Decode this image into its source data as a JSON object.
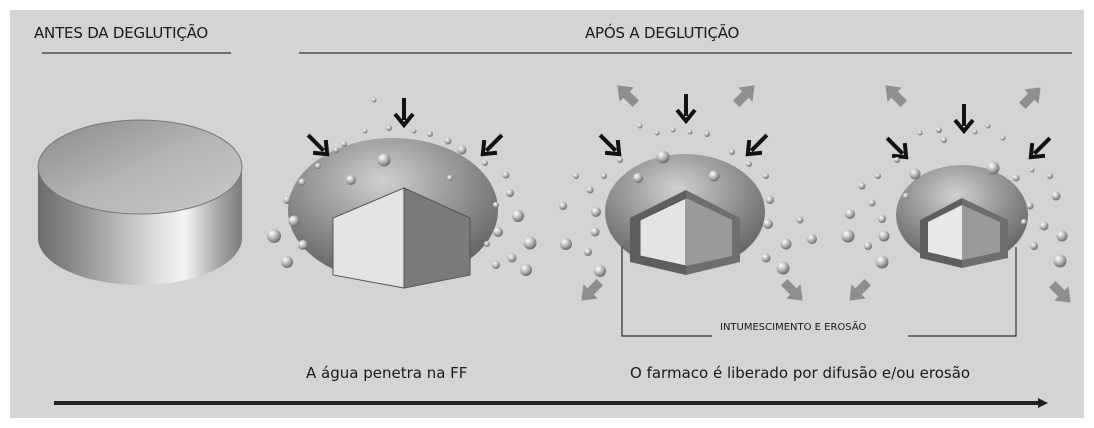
{
  "labels": {
    "before": "ANTES DA DEGLUTIÇÃO",
    "after": "APÓS A DEGLUTIÇÃO",
    "swelling": "INTUMESCIMENTO E EROSÃO",
    "water": "A água penetra na FF",
    "release": "O farmaco é liberado por difusão e/ou erosão"
  },
  "colors": {
    "background": "#d4d4d4",
    "arrow_dark": "#111111",
    "arrow_light": "#8e8e8e",
    "text": "#1a1a1a"
  },
  "icons": [
    "tablet-icon",
    "water-arrow-icon",
    "release-arrow-icon",
    "bubble-icon",
    "timeline-arrow-icon"
  ]
}
